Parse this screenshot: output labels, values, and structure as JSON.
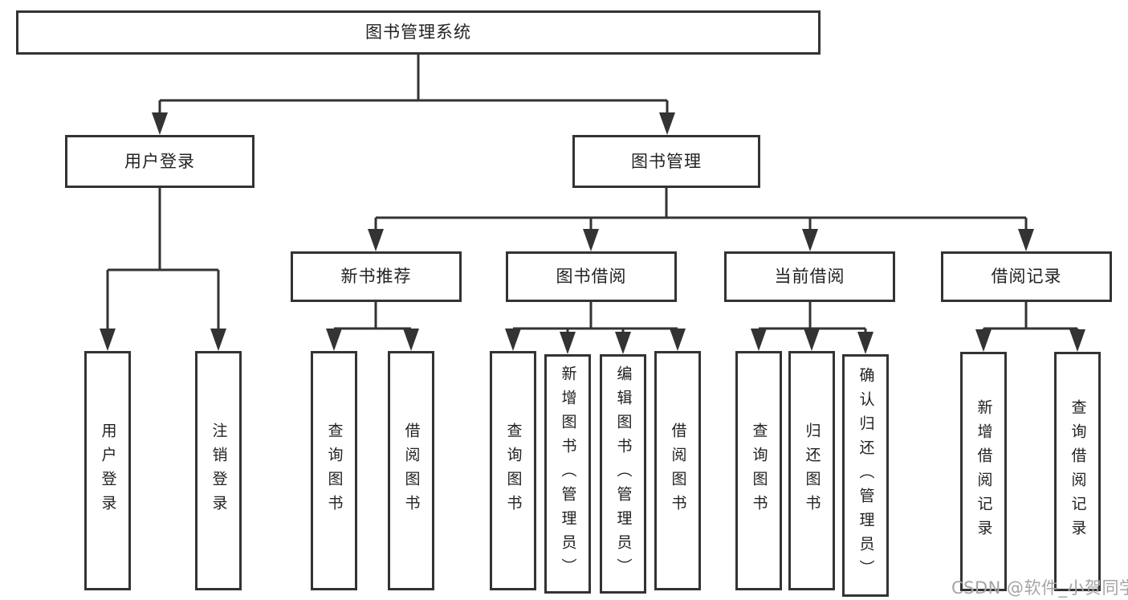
{
  "colors": {
    "line": "#333333",
    "text": "#222222",
    "background": "#ffffff",
    "watermark": "#a5a5a5"
  },
  "nodes": {
    "root": "图书管理系统",
    "user_login": "用户登录",
    "book_mgmt": "图书管理",
    "new_book_rec": "新书推荐",
    "book_borrow": "图书借阅",
    "current_borrow": "当前借阅",
    "borrow_records": "借阅记录",
    "leaves": {
      "user_login_1": "用户登录",
      "user_login_2": "注销登录",
      "new_book_rec_1": "查询图书",
      "new_book_rec_2": "借阅图书",
      "book_borrow_1": "查询图书",
      "book_borrow_2": "新增图书（管理员）",
      "book_borrow_3": "编辑图书（管理员）",
      "book_borrow_4": "借阅图书",
      "current_borrow_1": "查询图书",
      "current_borrow_2": "归还图书",
      "current_borrow_3": "确认归还（管理员）",
      "borrow_records_1": "新增借阅记录",
      "borrow_records_2": "查询借阅记录"
    }
  },
  "watermark": "CSDN @软件_小贺同学"
}
